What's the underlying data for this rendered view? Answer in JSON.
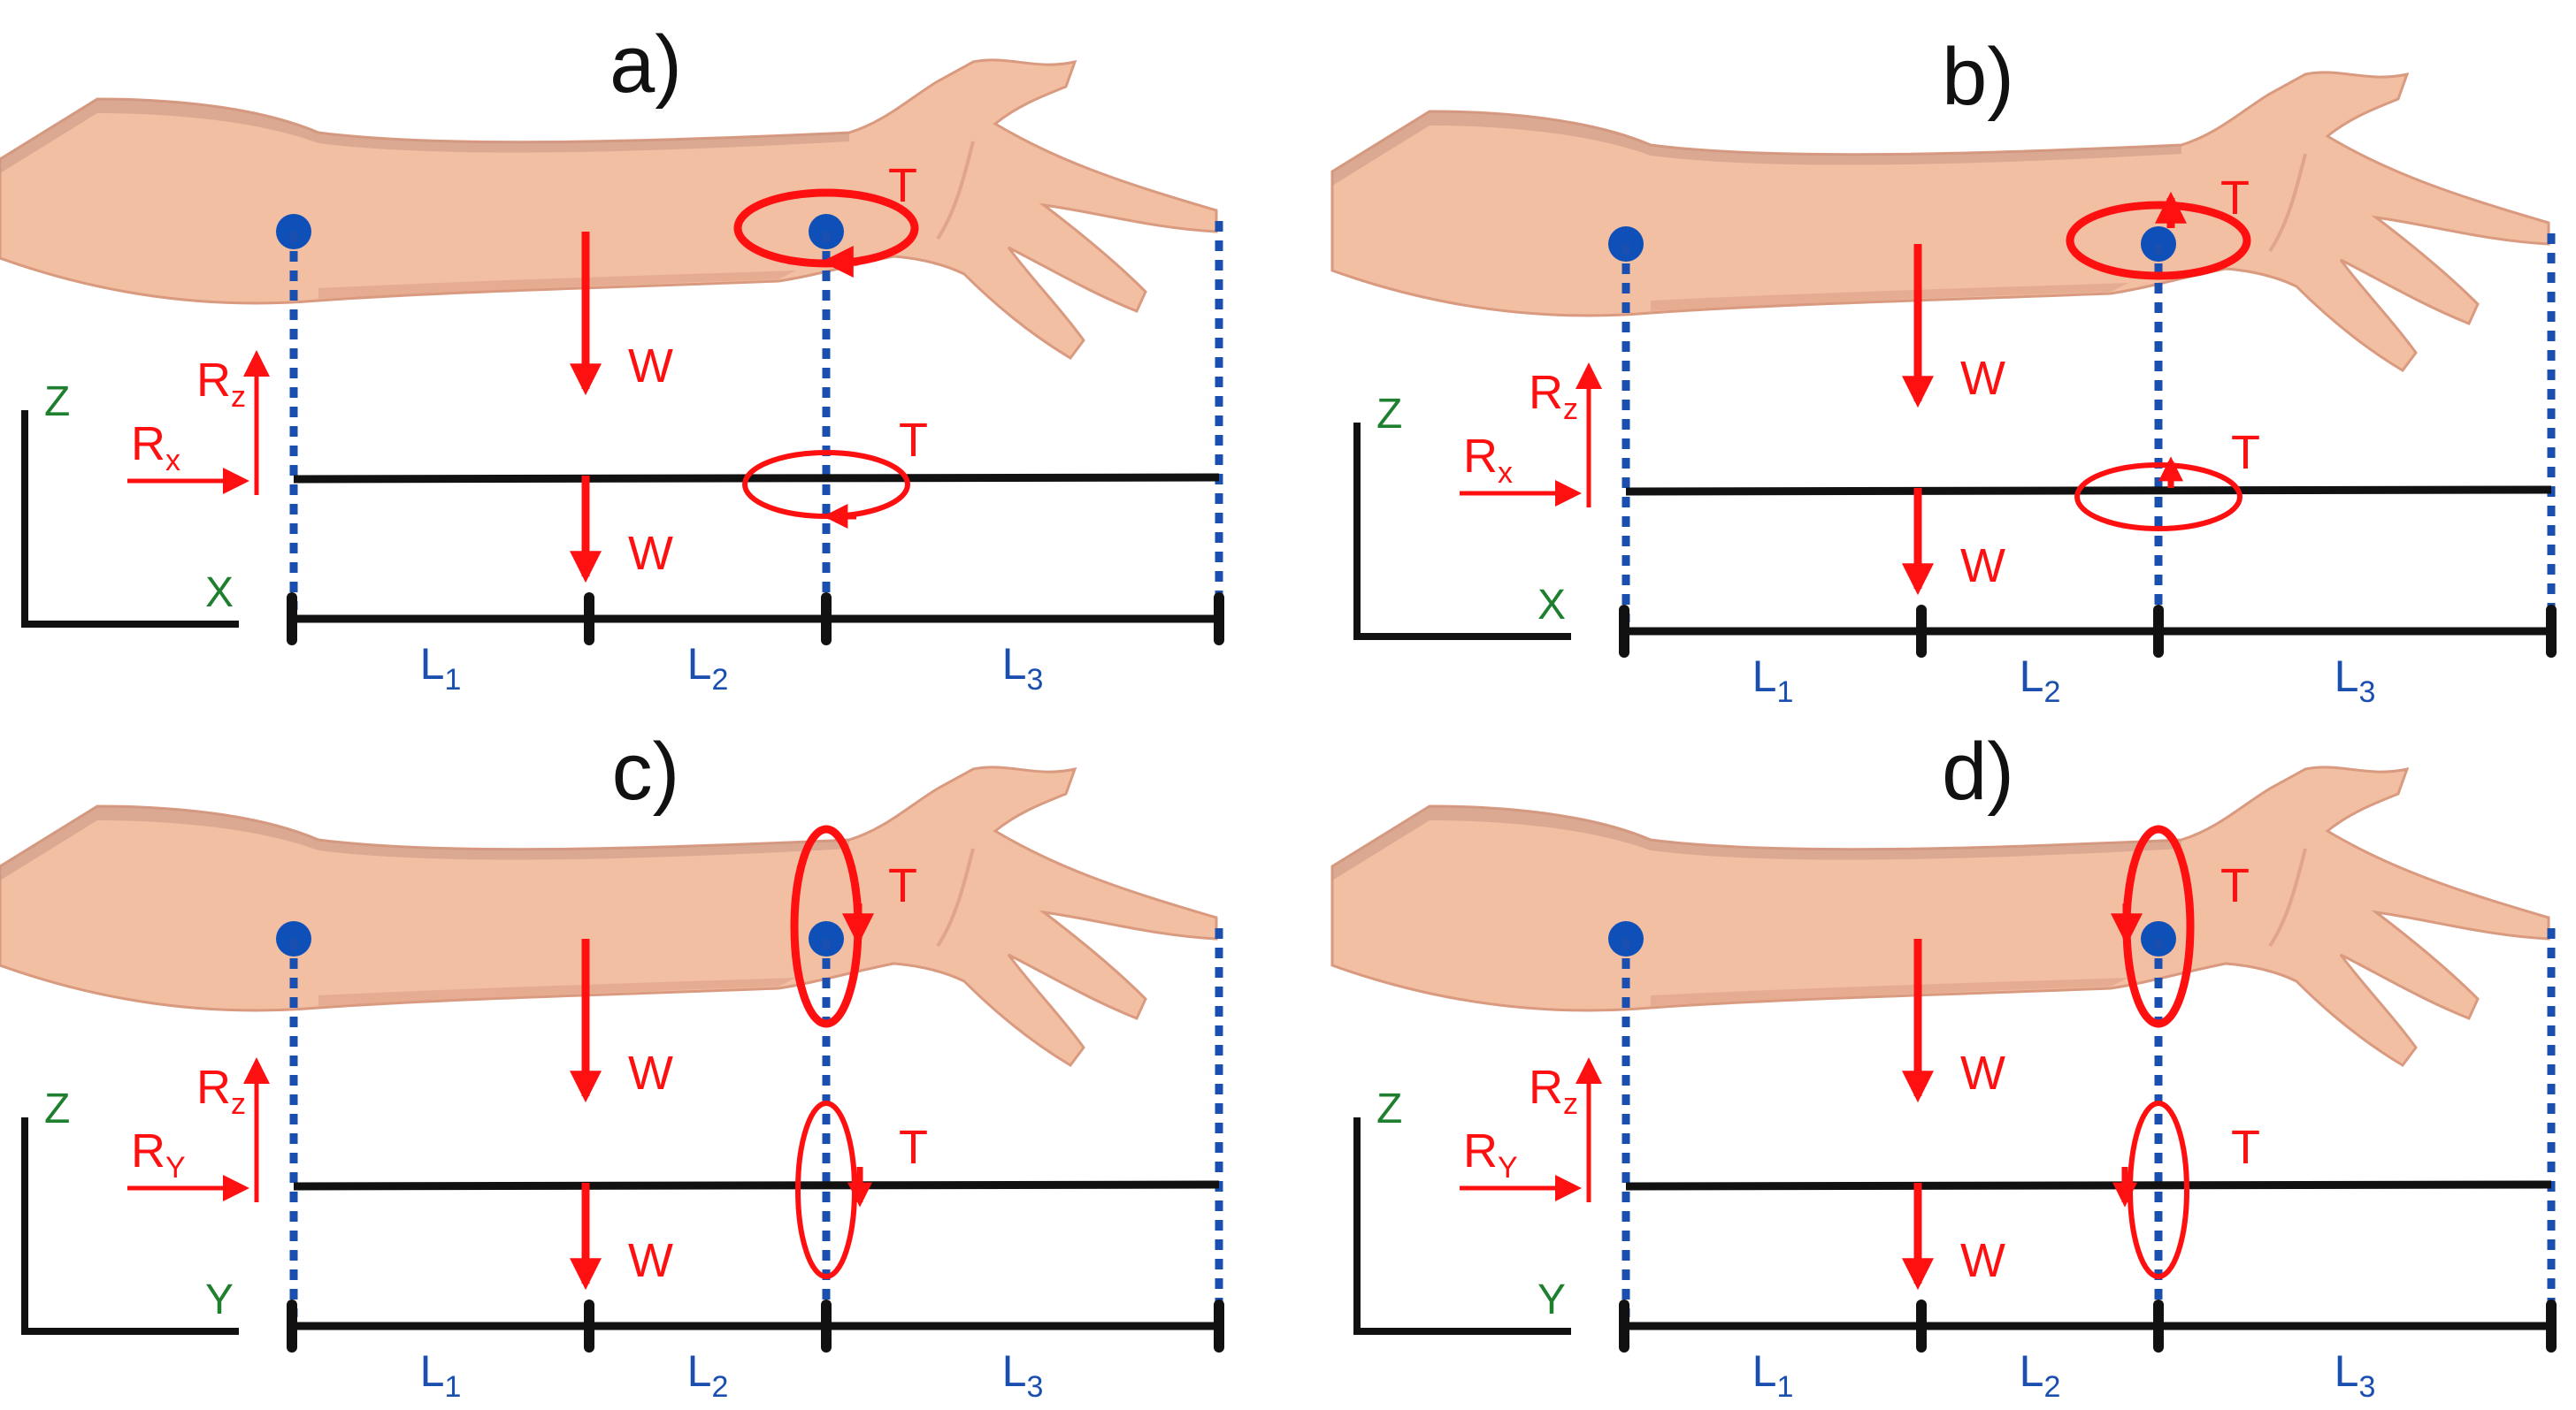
{
  "colors": {
    "arm_skin": "#f2bfa3",
    "arm_shadow": "#d99a80",
    "arm_top": "#c99883",
    "force": "#ff1010",
    "beam": "#111111",
    "dotted_line": "#1a4fb0",
    "joint_dot": "#0f4fb8",
    "axis_text": "#1e7f2e",
    "length_text": "#1a4fb0"
  },
  "panels": [
    {
      "label": "a)",
      "horizontal_axis": "X",
      "vertical_axis": "Z",
      "reaction_vertical": "R",
      "reaction_vertical_sub": "z",
      "reaction_horizontal": "R",
      "reaction_horizontal_sub": "x",
      "weight": "W",
      "torque": "T",
      "lengths": [
        {
          "main": "L",
          "sub": "1"
        },
        {
          "main": "L",
          "sub": "2"
        },
        {
          "main": "L",
          "sub": "3"
        }
      ],
      "torque_orientation": "horizontal-ccw"
    },
    {
      "label": "b)",
      "horizontal_axis": "X",
      "vertical_axis": "Z",
      "reaction_vertical": "R",
      "reaction_vertical_sub": "z",
      "reaction_horizontal": "R",
      "reaction_horizontal_sub": "x",
      "weight": "W",
      "torque": "T",
      "lengths": [
        {
          "main": "L",
          "sub": "1"
        },
        {
          "main": "L",
          "sub": "2"
        },
        {
          "main": "L",
          "sub": "3"
        }
      ],
      "torque_orientation": "horizontal-cw"
    },
    {
      "label": "c)",
      "horizontal_axis": "Y",
      "vertical_axis": "Z",
      "reaction_vertical": "R",
      "reaction_vertical_sub": "z",
      "reaction_horizontal": "R",
      "reaction_horizontal_sub": "Y",
      "weight": "W",
      "torque": "T",
      "lengths": [
        {
          "main": "L",
          "sub": "1"
        },
        {
          "main": "L",
          "sub": "2"
        },
        {
          "main": "L",
          "sub": "3"
        }
      ],
      "torque_orientation": "vertical-down-right"
    },
    {
      "label": "d)",
      "horizontal_axis": "Y",
      "vertical_axis": "Z",
      "reaction_vertical": "R",
      "reaction_vertical_sub": "z",
      "reaction_horizontal": "R",
      "reaction_horizontal_sub": "Y",
      "weight": "W",
      "torque": "T",
      "lengths": [
        {
          "main": "L",
          "sub": "1"
        },
        {
          "main": "L",
          "sub": "2"
        },
        {
          "main": "L",
          "sub": "3"
        }
      ],
      "torque_orientation": "vertical-down-left"
    }
  ]
}
